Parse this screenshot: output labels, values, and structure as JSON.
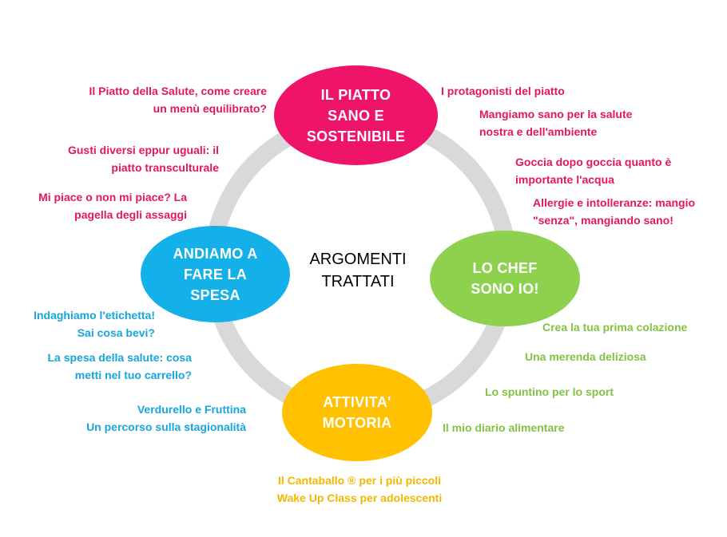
{
  "center": {
    "label": "ARGOMENTI\nTRATTATI"
  },
  "nodes": {
    "piatto": "IL PIATTO\nSANO E\nSOSTENIBILE",
    "chef": "LO CHEF\nSONO IO!",
    "attivita": "ATTIVITA'\nMOTORIA",
    "spesa": "ANDIAMO A\nFARE LA\nSPESA"
  },
  "topics": {
    "piatto_left": [
      "Il Piatto della Salute, come creare\nun  menù equilibrato?",
      "Gusti diversi eppur uguali: il\npiatto transculturale",
      "Mi piace o non mi piace? La\npagella degli assaggi"
    ],
    "piatto_right": [
      "I protagonisti del piatto",
      "Mangiamo sano per la salute\nnostra e dell'ambiente",
      "Goccia dopo goccia quanto è\nimportante l'acqua",
      "Allergie e intolleranze: mangio\n\"senza\", mangiando sano!"
    ],
    "chef": [
      "Crea la tua prima colazione",
      "Una merenda deliziosa",
      "Lo spuntino per lo sport",
      "Il mio diario alimentare"
    ],
    "spesa": [
      "Indaghiamo l'etichetta!\nSai cosa bevi?",
      "La spesa della salute: cosa\nmetti nel tuo carrello?",
      "Verdurello e Fruttina\nUn percorso sulla stagionalità"
    ],
    "attivita": [
      "Il Cantaballo ® per i più piccoli\nWake Up Class per adolescenti"
    ]
  },
  "colors": {
    "ring": "#d9d9d9",
    "piatto": "#ee1469",
    "chef": "#8ed14f",
    "attivita": "#ffc100",
    "spesa": "#13b0e9"
  }
}
